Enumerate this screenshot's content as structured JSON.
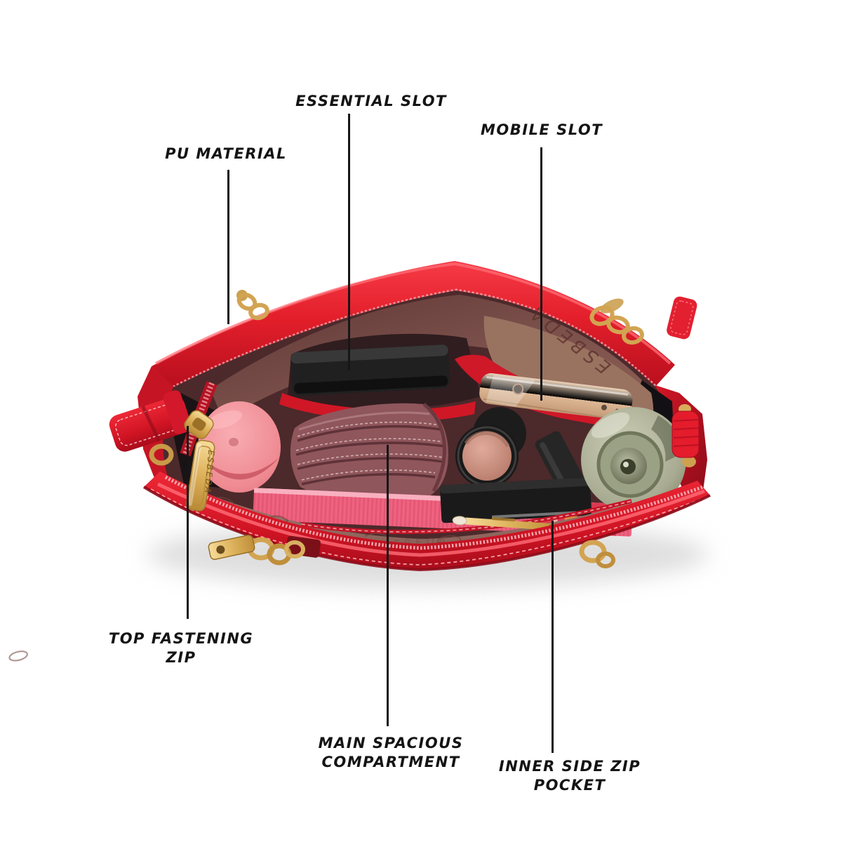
{
  "figure": {
    "type": "product-feature-diagram",
    "product": "red PU handbag, open top view showing interior contents",
    "brand_text": "ESBEDA"
  },
  "annotations": [
    {
      "id": "pu-material",
      "lines": [
        "PU MATERIAL"
      ]
    },
    {
      "id": "essential-slot",
      "lines": [
        "ESSENTIAL SLOT"
      ]
    },
    {
      "id": "mobile-slot",
      "lines": [
        "MOBILE SLOT"
      ]
    },
    {
      "id": "top-fastening-zip",
      "lines": [
        "TOP FASTENING",
        "ZIP"
      ]
    },
    {
      "id": "main-spacious-compartment",
      "lines": [
        "MAIN SPACIOUS",
        "COMPARTMENT"
      ]
    },
    {
      "id": "inner-side-zip-pocket",
      "lines": [
        "INNER SIDE ZIP",
        "POCKET"
      ]
    }
  ],
  "colors": {
    "background": "#ffffff",
    "label_ink": "#161616",
    "bag_red": "#e31f2b",
    "bag_red_dark": "#a80d1b",
    "bag_red_deep": "#8c0a17",
    "lining_brown": "#7a4f4a",
    "lining_dark": "#4c292b",
    "interior_shadow": "#141114",
    "gold_hardware": "#d2a452",
    "phone_gold": "#d9b592",
    "pink_container": "#ef8a92",
    "wallet_mauve": "#8f565c",
    "bottle_green": "#a9ac92",
    "notebook_pink": "#ef6280",
    "fabric_mauve": "#a1796e"
  }
}
